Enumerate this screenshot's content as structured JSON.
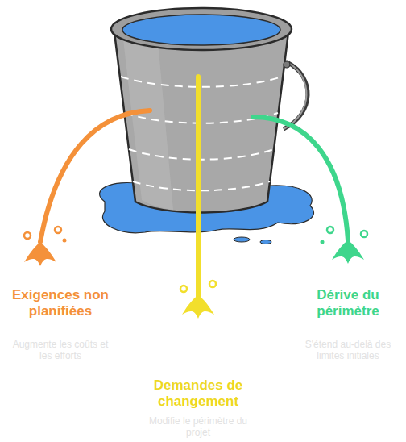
{
  "diagram": {
    "labels": [
      "Exigences non planifiées",
      "Augmente les coûts et les efforts",
      "Demandes de changement",
      "Modifie le périmètre du projet",
      "Dérive du périmètre",
      "S'étend au-delà des limites initiales"
    ]
  }
}
